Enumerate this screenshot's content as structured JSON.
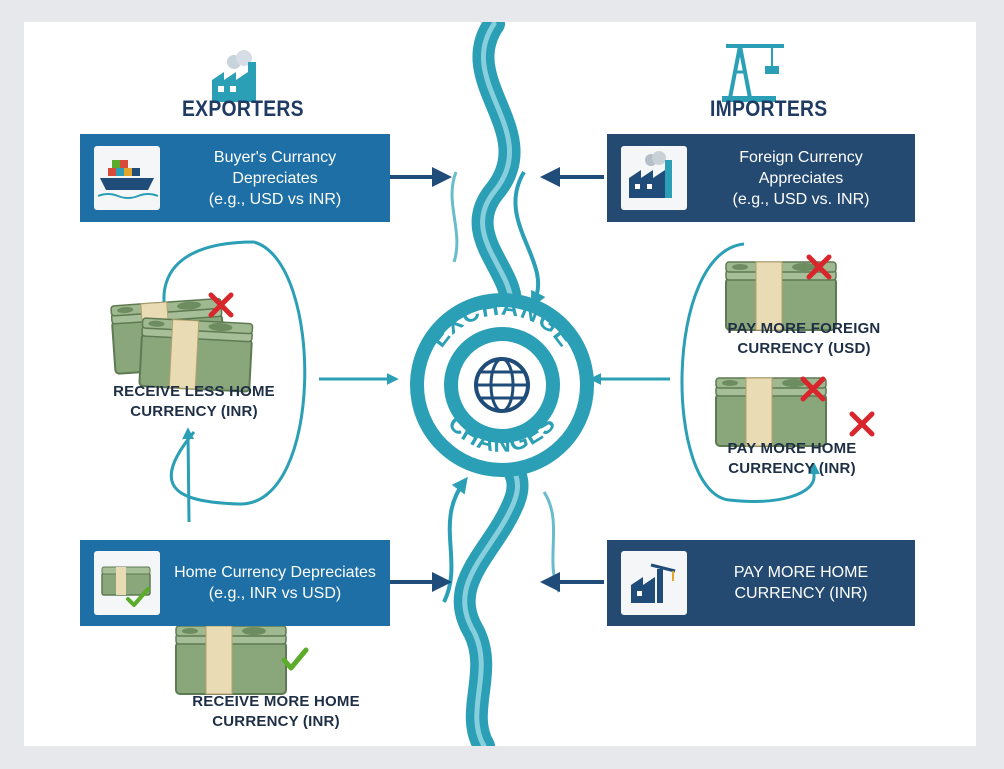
{
  "left": {
    "header": "EXPORTERS",
    "top_box": {
      "line1": "Buyer's Currancy",
      "line2": "Depreciates",
      "line3": "(e.g., USD vs INR)"
    },
    "middle_caption": {
      "line1": "RECEIVE LESS HOME",
      "line2": "CURRENCY (INR)"
    },
    "bottom_box": {
      "line1": "Home Currency Depreciates",
      "line2": "(e.g., INR vs USD)"
    },
    "bottom_caption": {
      "line1": "RECEIVE MORE HOME",
      "line2": "CURRENCY (INR)"
    }
  },
  "right": {
    "header": "IMPORTERS",
    "top_box": {
      "line1": "Foreign Currency",
      "line2": "Appreciates",
      "line3": "(e.g., USD vs. INR)"
    },
    "caption1": {
      "line1": "PAY MORE FOREIGN",
      "line2": "CURRENCY (USD)"
    },
    "caption2": {
      "line1": "PAY MORE HOME",
      "line2": "CURRENCY (INR)"
    },
    "bottom_box": {
      "line1": "PAY MORE HOME",
      "line2": "CURRENCY (INR)"
    }
  },
  "center": {
    "top_word": "EXCHANGE",
    "bottom_word": "CHANGES"
  },
  "colors": {
    "blue_box": "#1d6fa5",
    "navy_box": "#244a72",
    "teal": "#2a9fb5",
    "cross": "#d8262c",
    "check": "#5aac2a"
  }
}
